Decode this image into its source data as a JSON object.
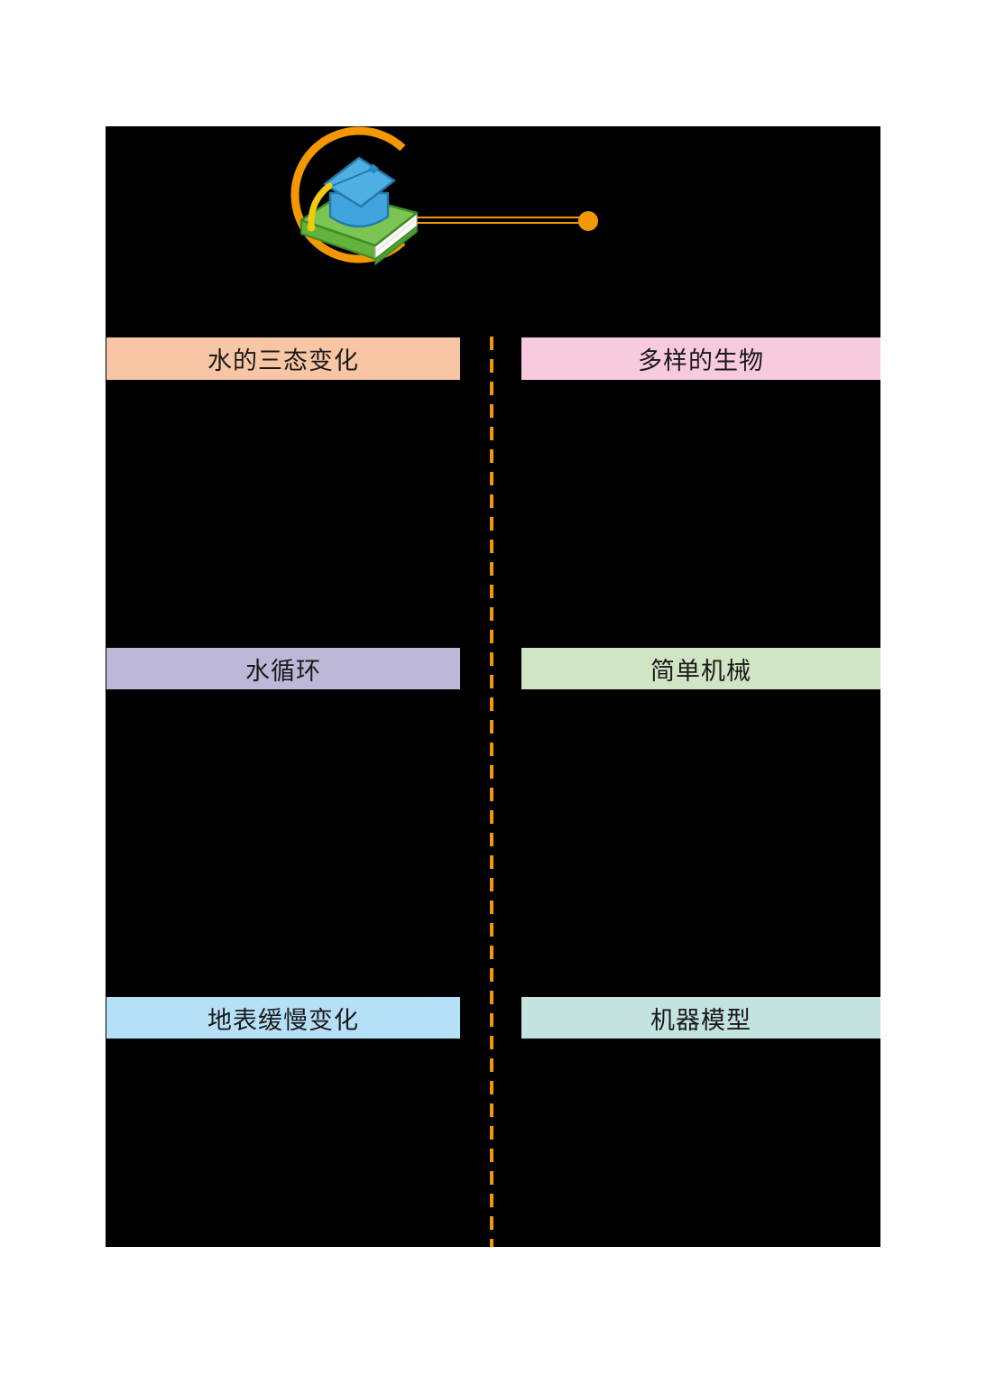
{
  "page": {
    "background": "#ffffff",
    "content_area_background": "#000000"
  },
  "logo": {
    "icon": "graduation-cap-on-book",
    "ring_color": "#F39800",
    "cap_color": "#4FAEE2",
    "book_color": "#72BE48",
    "tassel_color": "#F2CB10",
    "connector_style": "double-line",
    "connector_color": "#F39800",
    "dot_color": "#F39800"
  },
  "divider": {
    "style": "dashed-vertical",
    "color": "#F39800"
  },
  "sections": {
    "left": [
      {
        "label": "水的三态变化",
        "color": "#F8C5A5"
      },
      {
        "label": "水循环",
        "color": "#BDB8D8"
      },
      {
        "label": "地表缓慢变化",
        "color": "#B6E0F8"
      }
    ],
    "right": [
      {
        "label": "多样的生物",
        "color": "#F7CADD"
      },
      {
        "label": "简单机械",
        "color": "#D0E5C3"
      },
      {
        "label": "机器模型",
        "color": "#C4E3E0"
      }
    ]
  }
}
